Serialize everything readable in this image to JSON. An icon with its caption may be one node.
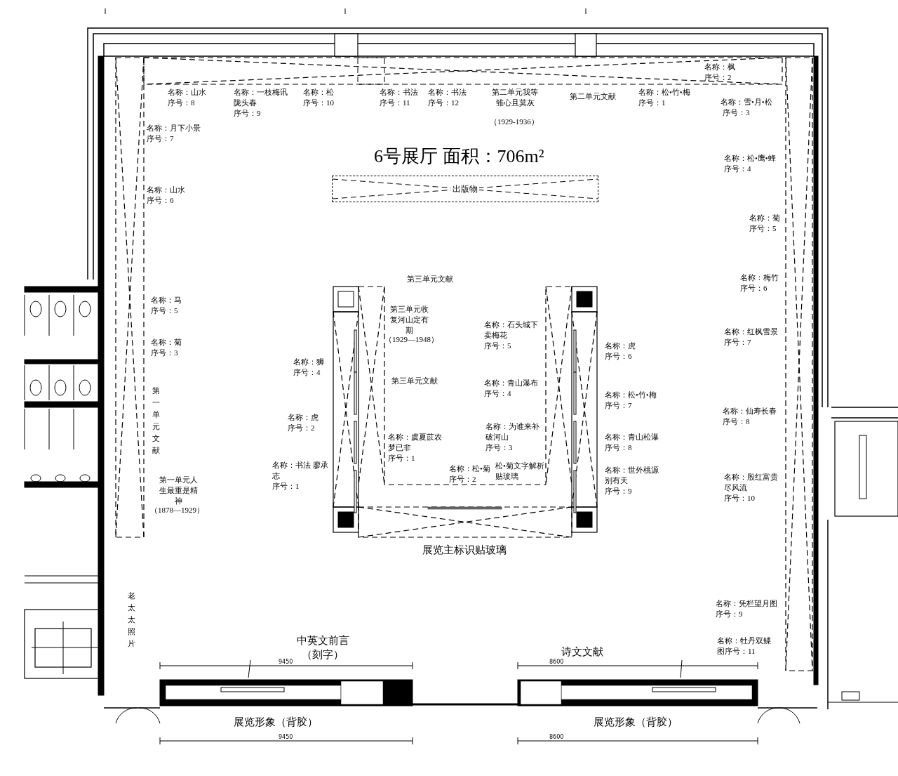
{
  "diagram": {
    "title": "6号展厅 面积：706m²",
    "nodes": [
      {
        "text": [
          "出版物"
        ]
      }
    ],
    "edges": [],
    "labels": [
      "名称：枫",
      "序号：2",
      "名称：山水",
      "序号：8",
      "名称：一枝梅讯陇头春",
      "序号：9",
      "名称：松",
      "序号：10",
      "名称：书法",
      "序号：11",
      "名称：书法",
      "序号：12",
      "第二单元我等雏心且莫灰",
      "（1929-1936）",
      "第二单元文献",
      "名称：松•竹•梅",
      "序号：1",
      "名称：雪•月•松",
      "序号：3",
      "名称：月下小景",
      "序号：7",
      "名称：松•鹰•蜂",
      "序号：4",
      "名称：山水",
      "序号：6",
      "名称：菊",
      "序号：5",
      "名称：梅竹",
      "序号：6",
      "第三单元文献",
      "名称：马",
      "序号：5",
      "第三单元收复河山定有期",
      "（1929—1948）",
      "名称：石头城下卖梅花",
      "序号：5",
      "名称：菊",
      "序号：3",
      "名称：虎",
      "序号：6",
      "名称：红枫雪景",
      "序号：7",
      "名称：狮",
      "序号：4",
      "第一单元文献",
      "第三单元文献",
      "名称：青山瀑布",
      "序号：4",
      "名称：松•竹•梅",
      "序号：7",
      "名称：仙寿长春",
      "序号：8",
      "名称：虎",
      "序号：2",
      "名称：虞夏苡农梦已非",
      "序号：1",
      "名称：为谁来补破河山",
      "序号：3",
      "名称：青山松瀑",
      "序号：8",
      "名称：书法 廖承志",
      "序号：1",
      "名称：松•菊",
      "序号：2",
      "松•菊文字解析贴玻璃",
      "名称：世外桃源别有天",
      "序号：9",
      "第一单元人生最重是精神",
      "（1878—1929）",
      "名称：殷红富贵尽风流",
      "序号：10",
      "展览主标识贴玻璃",
      "老太太照片",
      "名称：凭栏望月图",
      "序号：9",
      "中英文前言（刻字）",
      "诗文文献",
      "名称：牡丹双鲽图序号：11",
      "9450",
      "8600",
      "展览形象（背胶）",
      "展览形象（背胶）",
      "9450",
      "8600"
    ]
  }
}
